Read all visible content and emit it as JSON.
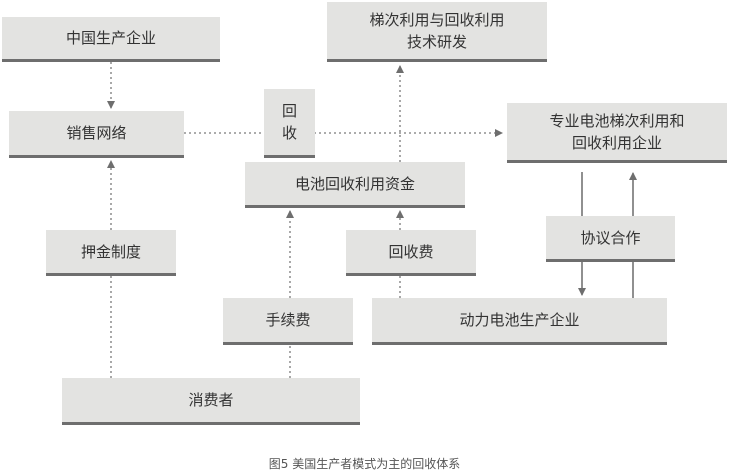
{
  "nodes": {
    "china_producer": "中国生产企业",
    "tech_rd_line1": "梯次利用与回收利用",
    "tech_rd_line2": "技术研发",
    "sales_network": "销售网络",
    "recycle_label_line1": "回",
    "recycle_label_line2": "收",
    "specialized_line1": "专业电池梯次利用和",
    "specialized_line2": "回收利用企业",
    "recycling_fund": "电池回收利用资金",
    "deposit_system": "押金制度",
    "recycling_fee": "回收费",
    "agreement": "协议合作",
    "handling_fee": "手续费",
    "power_battery_producer": "动力电池生产企业",
    "consumer": "消费者"
  },
  "caption": "图5  美国生产者模式为主的回收体系"
}
